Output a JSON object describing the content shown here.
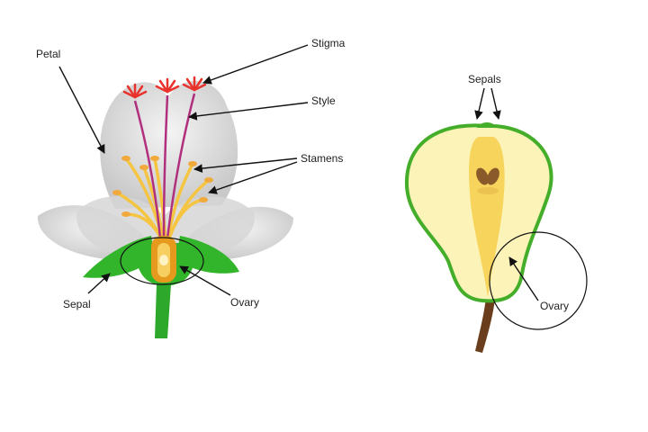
{
  "flower": {
    "labels": {
      "petal": "Petal",
      "stigma": "Stigma",
      "style": "Style",
      "stamens": "Stamens",
      "sepal": "Sepal",
      "ovary": "Ovary"
    }
  },
  "fruit": {
    "labels": {
      "sepals": "Sepals",
      "ovary": "Ovary"
    }
  },
  "colors": {
    "petal": "#dcdcdc",
    "leaf_green": "#33b52b",
    "stem_green": "#2da82a",
    "stigma_red": "#e8322b",
    "style_purple": "#b1307e",
    "stamen_yellow": "#f5c542",
    "ovary_orange": "#e59a1d",
    "fruit_flesh": "#fbf3b7",
    "fruit_core": "#f7d55d",
    "fruit_skin": "#44ad2a",
    "seed_brown": "#8a5a2b",
    "fruit_stem": "#6a3e1c"
  }
}
